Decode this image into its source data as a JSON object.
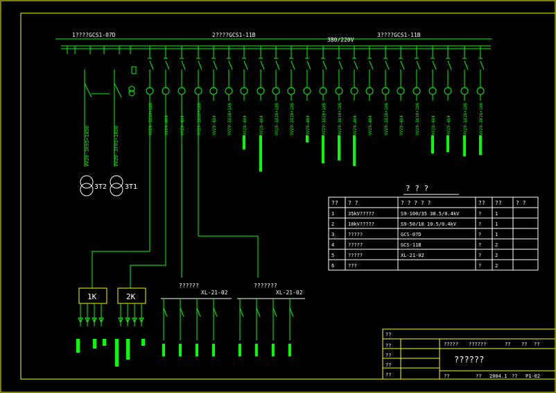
{
  "colors": {
    "background": "#000000",
    "frame": "#ffff00",
    "line": "#00ff00",
    "text": "#ffffff",
    "highlight": "#00ff00"
  },
  "bus_labels": {
    "section1": "1????GCS1-07D",
    "section2": "2????GCS1-11B",
    "voltage": "380/220V",
    "section3": "3????GCS1-11B"
  },
  "feeder_labels": {
    "cable_short": "VV29-3X16+1X6",
    "cable_b": "VV29-4X4",
    "left_cable_a": "VV29-3X95+1X50",
    "left_cable_b": "VV29-3X95+1X50"
  },
  "transformers": {
    "t2": "3T2",
    "t1": "3T1"
  },
  "cabinets": {
    "k1": "1K",
    "k2": "2K"
  },
  "sub_panels": {
    "a_name": "??????",
    "a_type": "XL-21-02",
    "b_name": "???????",
    "b_type": "XL-21-02"
  },
  "table": {
    "title": "? ? ?",
    "headers": [
      "??",
      "?    ?",
      "? ? ? ? ?",
      "??",
      "??",
      "?  ?"
    ],
    "rows": [
      [
        "1",
        "35kV?????",
        "S9-100/35  38.5/0.4kV",
        "?",
        "1",
        ""
      ],
      [
        "2",
        "10kV?????",
        "S9-50/10  10.5/0.4kV",
        "?",
        "1",
        ""
      ],
      [
        "3",
        "?????",
        "GCS-07D",
        "?",
        "1",
        ""
      ],
      [
        "4",
        "?????",
        "GCS-11B",
        "?",
        "2",
        ""
      ],
      [
        "5",
        "?????",
        "XL-21-02",
        "?",
        "2",
        ""
      ],
      [
        "6",
        "???",
        "",
        "?",
        "2",
        ""
      ]
    ]
  },
  "title_block": {
    "left_labels": [
      "??",
      "??",
      "??",
      "??",
      "??"
    ],
    "top_row": [
      "?????",
      "??????",
      "??",
      "??",
      "??"
    ],
    "drawing_title": "??????",
    "bottom_row": [
      "??",
      "??",
      "2004.1",
      "??",
      "P1-02"
    ]
  }
}
